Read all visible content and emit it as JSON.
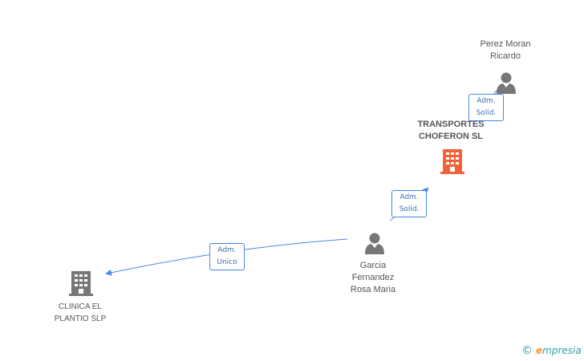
{
  "colors": {
    "edge": "#4a86e8",
    "person": "#777777",
    "company": "#777777",
    "company_main": "#f4623a"
  },
  "nodes": {
    "perez": {
      "line1": "Perez Moran",
      "line2": "Ricardo",
      "icon": "person-icon"
    },
    "transportes": {
      "line1": "TRANSPORTES",
      "line2": "CHOFERON SL",
      "icon": "building-icon"
    },
    "garcia": {
      "line1": "Garcia",
      "line2": "Fernandez",
      "line3": "Rosa Maria",
      "icon": "person-icon"
    },
    "clinica": {
      "line1": "CLINICA EL",
      "line2": "PLANTIO SLP",
      "icon": "building-icon"
    }
  },
  "edges": {
    "perez_transportes": {
      "line1": "Adm.",
      "line2": "Solid."
    },
    "garcia_transportes": {
      "line1": "Adm.",
      "line2": "Solid."
    },
    "garcia_clinica": {
      "line1": "Adm.",
      "line2": "Unico"
    }
  },
  "footer": {
    "copyright_symbol": "©",
    "brand_e": "e",
    "brand_rest": "mpresia"
  }
}
